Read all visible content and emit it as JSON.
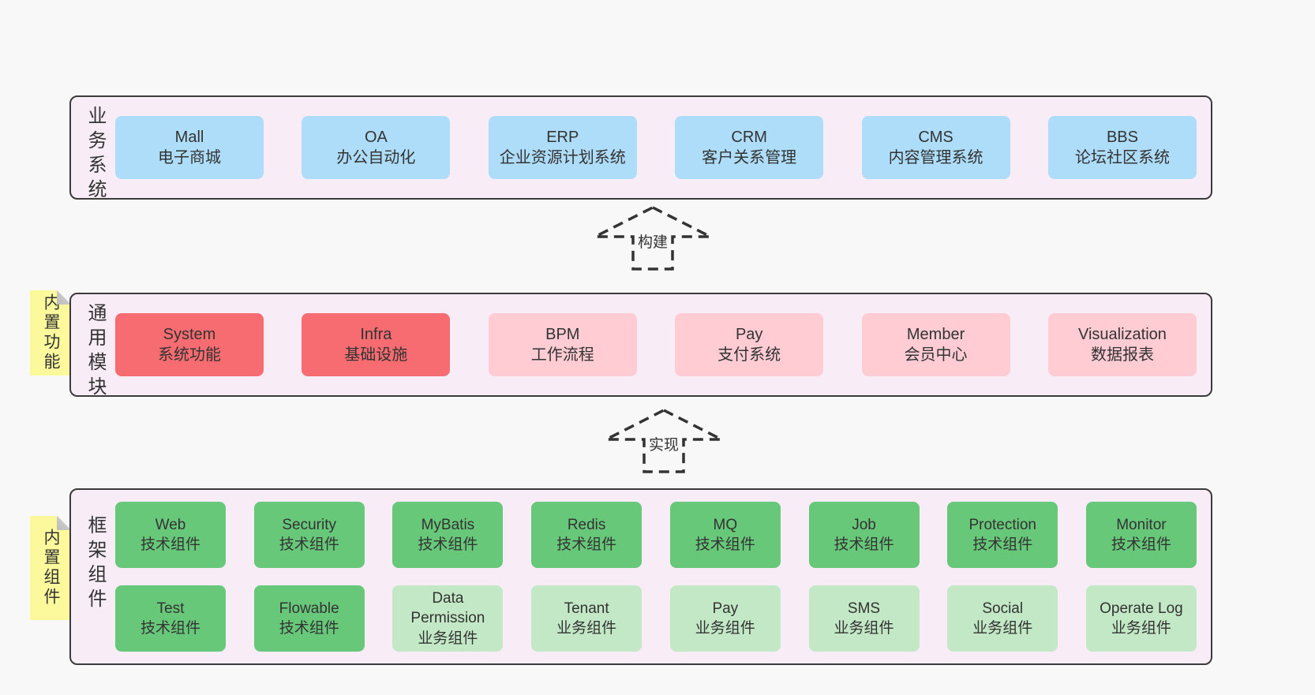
{
  "colors": {
    "blue": "#aeddf9",
    "red": "#f76c71",
    "pink": "#ffccd4",
    "green": "#68c87a",
    "lightGreen": "#c2e8c6",
    "bandBg": "#f8edf6",
    "bandBorder": "#3b3b3b",
    "sticky": "#fbf99c",
    "stickyFold": "#c8c8c8",
    "pageBg": "#f8f8f8",
    "text": "#333333"
  },
  "arrows": [
    {
      "label": "构建"
    },
    {
      "label": "实现"
    }
  ],
  "bands": [
    {
      "label": "业务系统",
      "rows": [
        [
          {
            "title": "Mall",
            "subtitle": "电子商城",
            "variant": "blue"
          },
          {
            "title": "OA",
            "subtitle": "办公自动化",
            "variant": "blue"
          },
          {
            "title": "ERP",
            "subtitle": "企业资源计划系统",
            "variant": "blue"
          },
          {
            "title": "CRM",
            "subtitle": "客户关系管理",
            "variant": "blue"
          },
          {
            "title": "CMS",
            "subtitle": "内容管理系统",
            "variant": "blue"
          },
          {
            "title": "BBS",
            "subtitle": "论坛社区系统",
            "variant": "blue"
          }
        ]
      ]
    },
    {
      "label": "通用模块",
      "sticky": "内置功能",
      "rows": [
        [
          {
            "title": "System",
            "subtitle": "系统功能",
            "variant": "red"
          },
          {
            "title": "Infra",
            "subtitle": "基础设施",
            "variant": "red"
          },
          {
            "title": "BPM",
            "subtitle": "工作流程",
            "variant": "pink"
          },
          {
            "title": "Pay",
            "subtitle": "支付系统",
            "variant": "pink"
          },
          {
            "title": "Member",
            "subtitle": "会员中心",
            "variant": "pink"
          },
          {
            "title": "Visualization",
            "subtitle": "数据报表",
            "variant": "pink"
          }
        ]
      ]
    },
    {
      "label": "框架组件",
      "sticky": "内置组件",
      "rows": [
        [
          {
            "title": "Web",
            "subtitle": "技术组件",
            "variant": "green"
          },
          {
            "title": "Security",
            "subtitle": "技术组件",
            "variant": "green"
          },
          {
            "title": "MyBatis",
            "subtitle": "技术组件",
            "variant": "green"
          },
          {
            "title": "Redis",
            "subtitle": "技术组件",
            "variant": "green"
          },
          {
            "title": "MQ",
            "subtitle": "技术组件",
            "variant": "green"
          },
          {
            "title": "Job",
            "subtitle": "技术组件",
            "variant": "green"
          },
          {
            "title": "Protection",
            "subtitle": "技术组件",
            "variant": "green"
          },
          {
            "title": "Monitor",
            "subtitle": "技术组件",
            "variant": "green"
          }
        ],
        [
          {
            "title": "Test",
            "subtitle": "技术组件",
            "variant": "green"
          },
          {
            "title": "Flowable",
            "subtitle": "技术组件",
            "variant": "green"
          },
          {
            "title": "Data Permission",
            "subtitle": "业务组件",
            "variant": "lightGreen"
          },
          {
            "title": "Tenant",
            "subtitle": "业务组件",
            "variant": "lightGreen"
          },
          {
            "title": "Pay",
            "subtitle": "业务组件",
            "variant": "lightGreen"
          },
          {
            "title": "SMS",
            "subtitle": "业务组件",
            "variant": "lightGreen"
          },
          {
            "title": "Social",
            "subtitle": "业务组件",
            "variant": "lightGreen"
          },
          {
            "title": "Operate Log",
            "subtitle": "业务组件",
            "variant": "lightGreen"
          }
        ]
      ]
    }
  ]
}
